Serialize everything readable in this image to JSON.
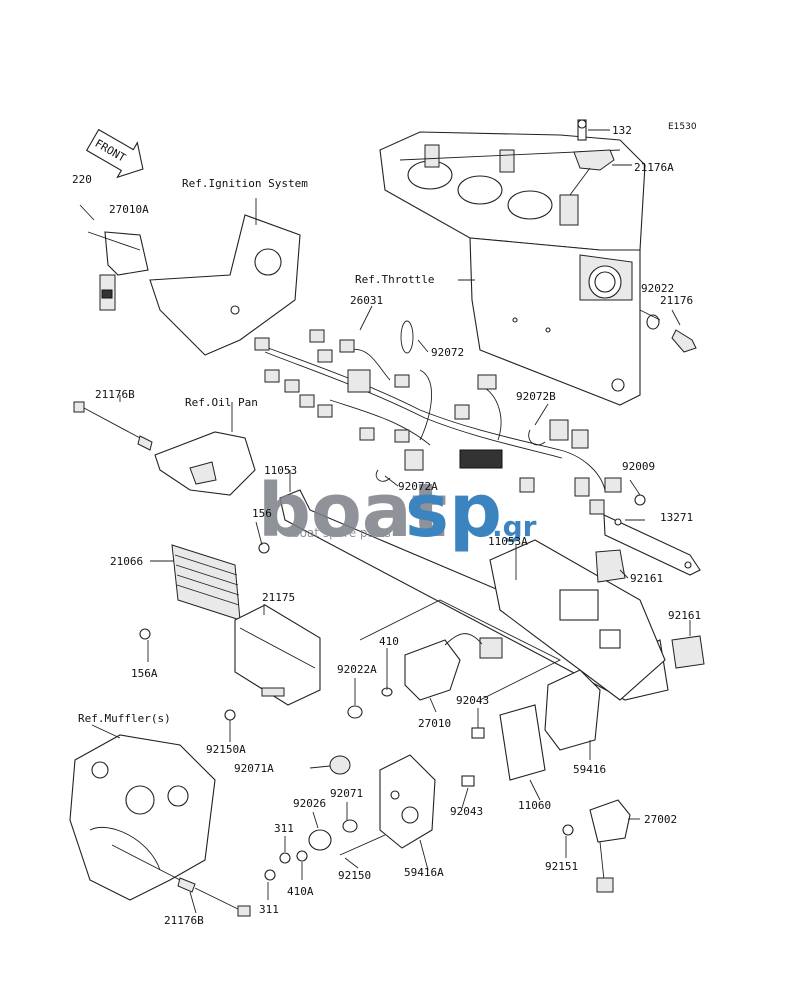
{
  "diagram": {
    "code": "E1530",
    "front_arrow": "FRONT",
    "references": {
      "ignition": "Ref.Ignition System",
      "throttle": "Ref.Throttle",
      "oil_pan": "Ref.Oil Pan",
      "muffler": "Ref.Muffler(s)"
    },
    "parts": {
      "p132": "132",
      "p21176A": "21176A",
      "p220": "220",
      "p27010A": "27010A",
      "p92022": "92022",
      "p21176": "21176",
      "p26031": "26031",
      "p92072": "92072",
      "p21176B_top": "21176B",
      "p92072B": "92072B",
      "p11053": "11053",
      "p92009": "92009",
      "p92072A": "92072A",
      "p156": "156",
      "p13271": "13271",
      "p11053A": "11053A",
      "p21066": "21066",
      "p92161_a": "92161",
      "p21175": "21175",
      "p92161_b": "92161",
      "p410": "410",
      "p92022A": "92022A",
      "p156A": "156A",
      "p92043_a": "92043",
      "p27010": "27010",
      "p92150A": "92150A",
      "p92071A": "92071A",
      "p59416": "59416",
      "p92071": "92071",
      "p92026": "92026",
      "p92043_b": "92043",
      "p11060": "11060",
      "p27002": "27002",
      "p311_a": "311",
      "p92151": "92151",
      "p92150": "92150",
      "p59416A": "59416A",
      "p410A": "410A",
      "p311_b": "311",
      "p21176B_bottom": "21176B"
    }
  },
  "watermark": {
    "brand_left": "boat",
    "brand_right": "sp",
    "suffix": ".gr",
    "tagline": "boat spare parts",
    "colors": {
      "grey": "#7d8088",
      "blue": "#1b6fb6"
    }
  }
}
